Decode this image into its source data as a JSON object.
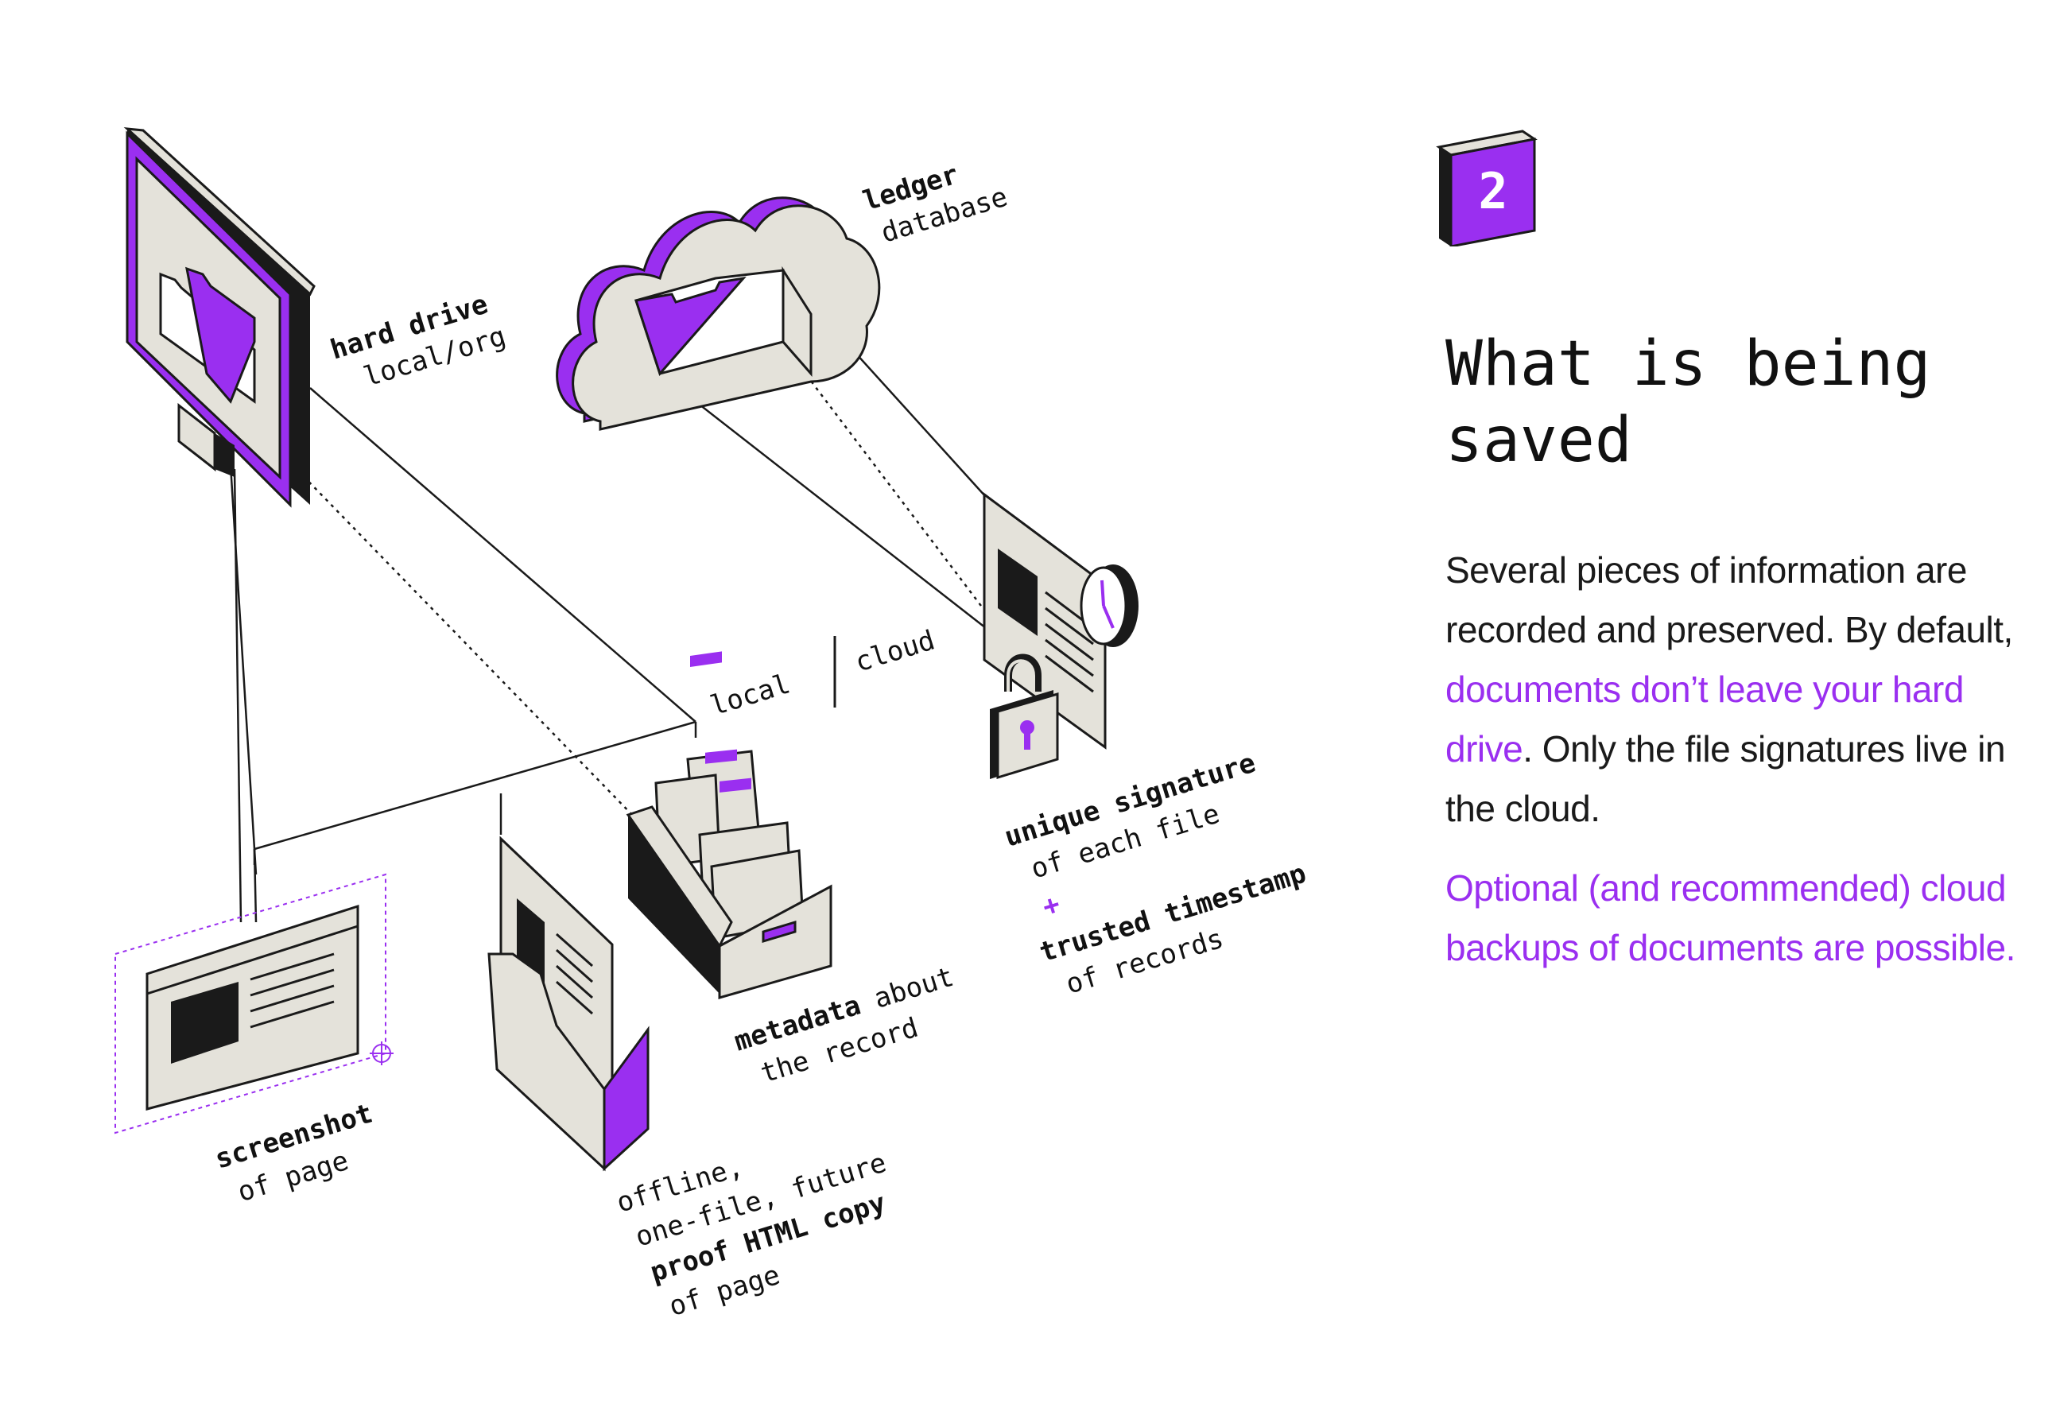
{
  "step": {
    "number": "2"
  },
  "title": "What is being saved",
  "description": {
    "part1": "Several pieces of information are recorded and preserved. By default, ",
    "highlight": "documents don’t leave your hard drive",
    "part2": ". Only the file signatures live in the cloud."
  },
  "note": "Optional (and recommended) cloud backups of documents are possible.",
  "labels": {
    "hard_drive": {
      "bold": "hard drive",
      "sub": "local/org"
    },
    "ledger": {
      "bold": "ledger",
      "sub": "database"
    },
    "split": {
      "left": "local",
      "right": "cloud"
    },
    "signature": {
      "bold": "unique signature",
      "sub": "of each file"
    },
    "plus": "+",
    "timestamp": {
      "bold": "trusted timestamp",
      "sub": "of records"
    },
    "metadata": {
      "bold": "metadata",
      "rest": "about",
      "sub": "the record"
    },
    "screenshot": {
      "bold": "screenshot",
      "sub": "of page"
    },
    "html_copy": {
      "line1": "offline,",
      "line2": "one-file, future",
      "bold": "proof HTML copy",
      "sub": "of page"
    }
  },
  "colors": {
    "accent": "#9a2ff0",
    "ink": "#1a1a1a",
    "paper": "#e4e2da",
    "background": "#ffffff"
  },
  "icons": [
    "monitor-icon",
    "cloud-icon",
    "folder-icon",
    "archive-box-icon",
    "document-icon",
    "clock-icon",
    "padlock-icon",
    "screenshot-frame-icon",
    "crosshair-icon"
  ]
}
